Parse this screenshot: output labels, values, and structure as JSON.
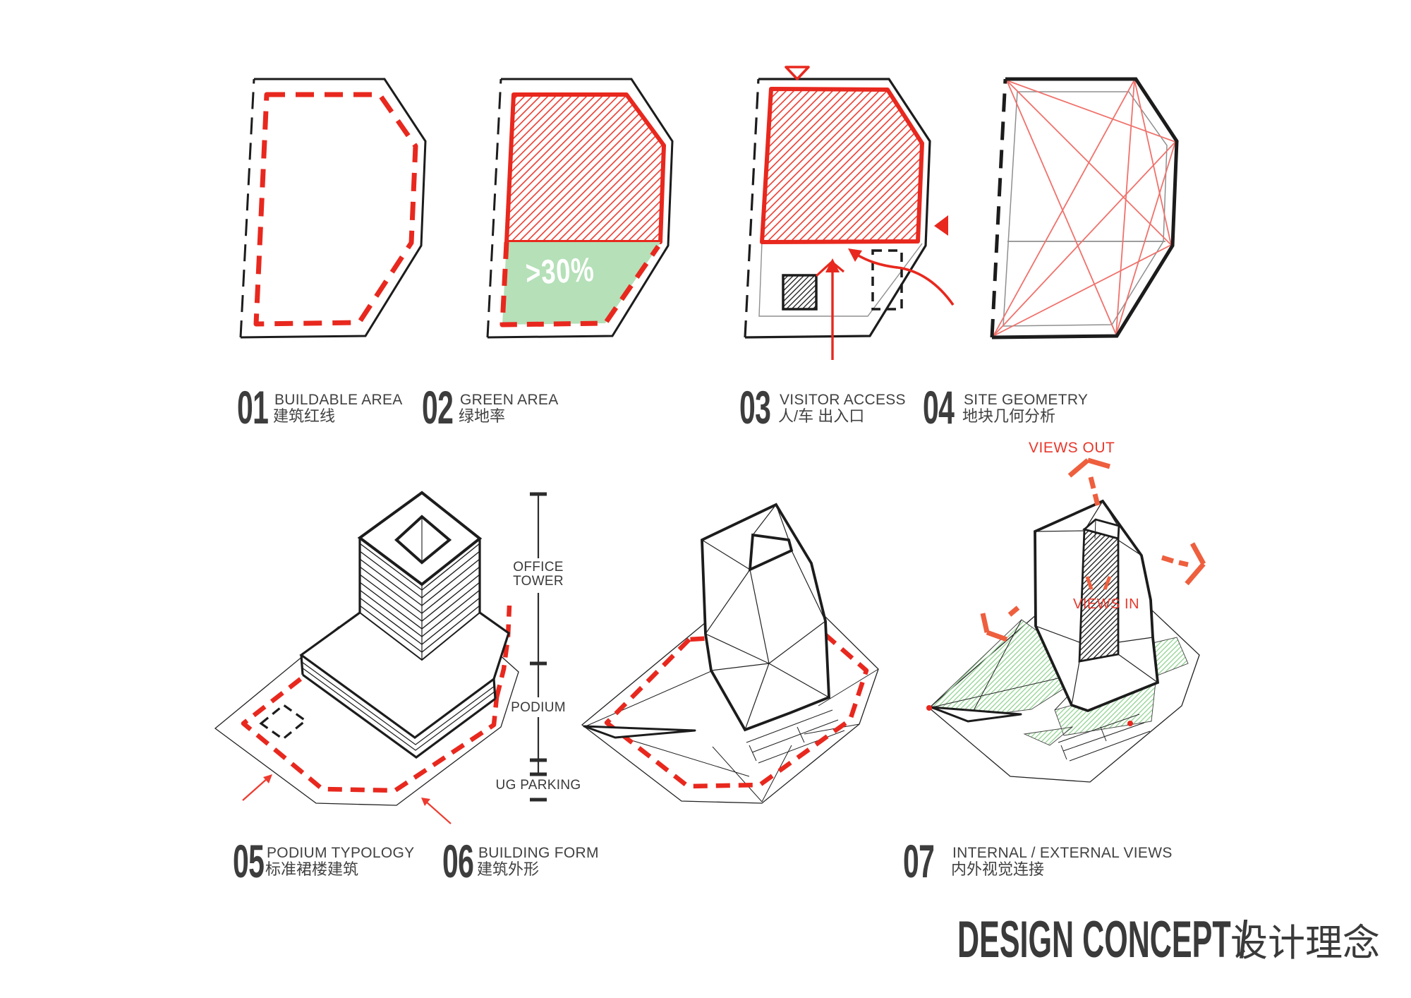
{
  "board": {
    "title_en": "DESIGN CONCEPT /",
    "title_zh": "设计理念"
  },
  "steps": [
    {
      "number": "01",
      "title": "BUILDABLE AREA",
      "subtitle": "建筑红线"
    },
    {
      "number": "02",
      "title": "GREEN AREA",
      "subtitle": "绿地率"
    },
    {
      "number": "03",
      "title": "VISITOR ACCESS",
      "subtitle": "人/车 出入口"
    },
    {
      "number": "04",
      "title": "SITE GEOMETRY",
      "subtitle": "地块几何分析"
    },
    {
      "number": "05",
      "title": "PODIUM TYPOLOGY",
      "subtitle": "标准裙楼建筑"
    },
    {
      "number": "06",
      "title": "BUILDING FORM",
      "subtitle": "建筑外形"
    },
    {
      "number": "07",
      "title": "INTERNAL / EXTERNAL VIEWS",
      "subtitle": "内外视觉连接"
    }
  ],
  "annotations": {
    "green_ratio": ">30%",
    "views_out": "VIEWS OUT",
    "views_in": "VIEWS IN",
    "office_tower": "OFFICE TOWER",
    "podium": "PODIUM",
    "ug_parking": "UG PARKING"
  },
  "colors": {
    "red": "#e8281e",
    "red_thin": "#ed3b30",
    "red_light": "#f0716b",
    "orange": "#ee5f3e",
    "label_red": "#e8382b",
    "green": "#b5e0b8",
    "green_hatch": "#8fd38f",
    "ink": "#1c1c1c",
    "text": "#3d3d3d"
  }
}
